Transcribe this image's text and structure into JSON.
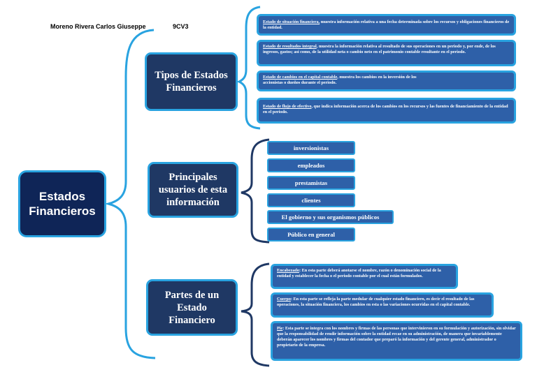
{
  "header": {
    "author": "Moreno Rivera Carlos Giuseppe",
    "group": "9CV3"
  },
  "root": {
    "line1": "Estados",
    "line2": "Financieros"
  },
  "branches": [
    {
      "title1": "Tipos de Estados",
      "title2": "Financieros",
      "items": [
        {
          "term": "Estado de situación financiera,",
          "text": " muestra información relativa a una fecha determinada sobre los recursos y obligaciones financieros de la entidad."
        },
        {
          "term": "Estado de resultados integral",
          "text": ", muestra la información relativa al resultado de sus operaciones en un periodo y, por ende, de los ingresos, gastos; así como, de la utilidad neta o cambio neto en el patrimonio contable resultante en el periodo."
        },
        {
          "term": "Estado de cambios en el capital contable",
          "text": ", muestra los cambios en la inversión de los accionistas o dueños durante el periodo."
        },
        {
          "term": "Estado de flujo de efectivo",
          "text": ", que indica información acerca de los cambios en los recursos y las fuentes de financiamiento de la entidad en el periodo."
        }
      ]
    },
    {
      "title1": "Principales",
      "title2": "usuarios de esta",
      "title3": "información",
      "items": [
        "inversionistas",
        "empleados",
        "prestamistas",
        "clientes",
        "El gobierno y sus organismos públicos",
        "Público en general"
      ]
    },
    {
      "title1": "Partes de un",
      "title2": "Estado Financiero",
      "items": [
        {
          "term": "Encabezado",
          "text": ": En esta parte deberá anotarse el nombre, razón o denominación social de la entidad y establecer la fecha o el periodo contable por el cual están formulados."
        },
        {
          "term": "Cuerpo",
          "text": ": En esta parte se refleja la parte medular de cualquier estado financiero, es decir el resultado de las operaciones, la situación financiera, los cambios en esta o las variaciones ocurridas en el capital contable."
        },
        {
          "term": "Pie",
          "text": ": Esta parte se integra con los nombres y firmas de las personas que intervinieron en su formulación y autorización, sin olvidar que la responsabilidad de rendir información sobre la entidad recae en su administración, de manera que invariablemente deberán aparecer los nombres y firmas del contador que preparó la información y del gerente general, administrador o propietario de la empresa."
        }
      ]
    }
  ],
  "colors": {
    "box_fill": "#1f3864",
    "root_fill": "#0f2557",
    "note_fill": "#2e60a8",
    "border": "#29a3e0",
    "brace_main": "#29a3e0",
    "brace_sub": "#1f3864"
  }
}
